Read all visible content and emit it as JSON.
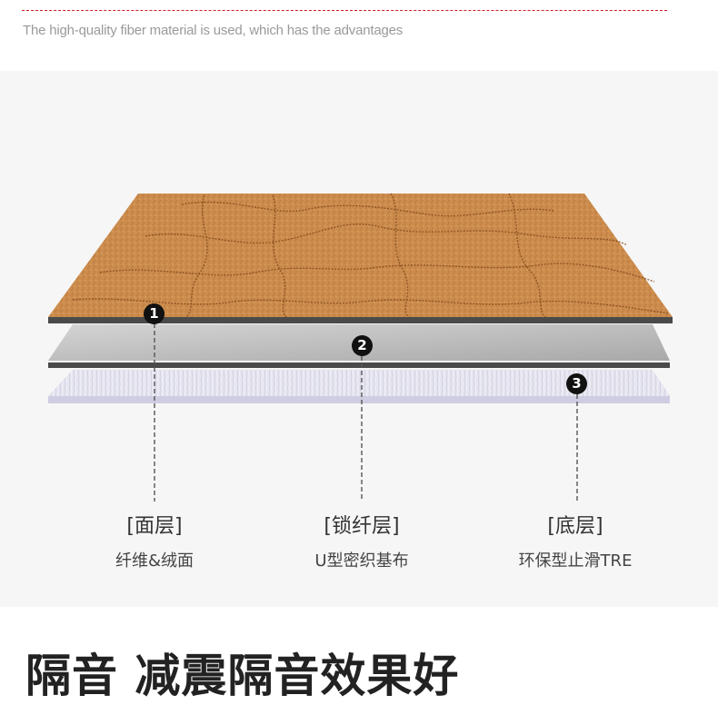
{
  "header": {
    "subtitle": "The high-quality fiber material is used, which has the advantages",
    "accent_color": "#d31a2a"
  },
  "diagram": {
    "layers": [
      {
        "number": "1",
        "title": "[面层]",
        "description": "纤维&绒面",
        "color": "#c98a4b"
      },
      {
        "number": "2",
        "title": "[锁纤层]",
        "description": "U型密织基布",
        "color": "#bdbdbd"
      },
      {
        "number": "3",
        "title": "[底层]",
        "description": "环保型止滑TRE",
        "color": "#e4e3ef"
      }
    ]
  },
  "footer": {
    "headline": "隔音 减震隔音效果好"
  }
}
